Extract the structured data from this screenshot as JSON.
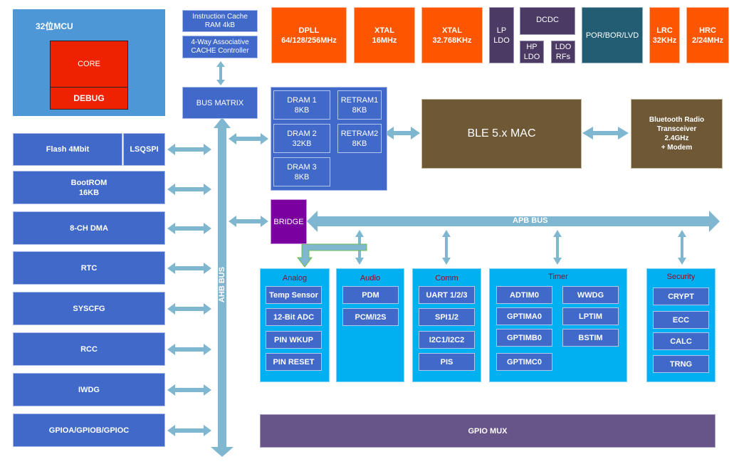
{
  "mcu": {
    "title": "32位MCU",
    "core": "CORE",
    "debug": "DEBUG"
  },
  "cache": {
    "icache": "Instruction Cache\nRAM 4kB",
    "controller": "4-Way Associative\nCACHE Controller"
  },
  "bus_matrix": "BUS MATRIX",
  "ahb_bus": "AHB BUS",
  "apb_bus": "APB BUS",
  "bridge": "BRIDGE",
  "clocks": {
    "dpll": "DPLL\n64/128/256MHz",
    "xtal16": "XTAL\n16MHz",
    "xtal32": "XTAL\n32.768KHz",
    "lrc": "LRC\n32KHz",
    "hrc": "HRC\n2/24MHz"
  },
  "power": {
    "lp_ldo": "LP\nLDO",
    "dcdc": "DCDC",
    "hp_ldo": "HP\nLDO",
    "ldo_rfs": "LDO\nRFs",
    "por": "POR/BOR/LVD"
  },
  "memory": {
    "dram1": "DRAM 1\n8KB",
    "dram2": "DRAM 2\n32KB",
    "dram3": "DRAM 3\n8KB",
    "retram1": "RETRAM1\n8KB",
    "retram2": "RETRAM2\n8KB"
  },
  "ble": {
    "mac": "BLE 5.x MAC",
    "radio": "Bluetooth Radio\nTransceiver\n2.4GHz\n+ Modem"
  },
  "left_blocks": {
    "flash": "Flash 4Mbit",
    "lsqspi": "LSQSPI",
    "bootrom": "BootROM\n16KB",
    "dma": "8-CH DMA",
    "rtc": "RTC",
    "syscfg": "SYSCFG",
    "rcc": "RCC",
    "iwdg": "IWDG",
    "gpio": "GPIOA/GPIOB/GPIOC"
  },
  "groups": {
    "analog": {
      "title": "Analog",
      "items": [
        "Temp Sensor",
        "12-Bit ADC",
        "PIN WKUP",
        "PIN RESET"
      ]
    },
    "audio": {
      "title": "Audio",
      "items": [
        "PDM",
        "PCM/I2S"
      ]
    },
    "comm": {
      "title": "Comm",
      "items": [
        "UART 1/2/3",
        "SPI1/2",
        "I2C1/I2C2",
        "PIS"
      ]
    },
    "timer": {
      "title": "Timer",
      "items": [
        "ADTIM0",
        "WWDG",
        "GPTIMA0",
        "LPTIM",
        "GPTIMB0",
        "BSTIM",
        "GPTIMC0"
      ]
    },
    "security": {
      "title": "Security",
      "items": [
        "CRYPT",
        "ECC",
        "CALC",
        "TRNG"
      ]
    }
  },
  "gpio_mux": "GPIO MUX"
}
